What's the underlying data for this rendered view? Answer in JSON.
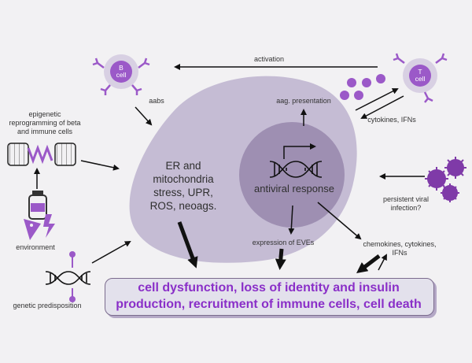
{
  "nodes": {
    "b_cell": "B\ncell",
    "t_cell": "T\ncell",
    "activation": "activation",
    "aabs": "aabs",
    "aag_presentation": "aag. presentation",
    "cytokines_ifns": "cytokines, IFNs",
    "epigenetic": "epigenetic\nreprogramming of beta\nand immune cells",
    "er_stress": "ER and\nmitochondria\nstress, UPR,\nROS, neoags.",
    "antiviral_response": "antiviral response",
    "persistent_viral": "persistent viral\ninfection?",
    "environment": "environment",
    "expression_eves": "expression of EVEs",
    "chemokines": "chemokines, cytokines,\nIFNs",
    "genetic_predisposition": "genetic predisposition",
    "outcome": "cell dysfunction, loss of identity and insulin\nproduction, recruitment of immune cells, cell death"
  },
  "colors": {
    "beta_cell": "#c5bcd4",
    "nucleus": "#9e8fb2",
    "accent_purple": "#8a2fc8",
    "immune_purple": "#9b59c8",
    "virus_purple": "#7f3aa8",
    "background": "#f2f1f3"
  }
}
